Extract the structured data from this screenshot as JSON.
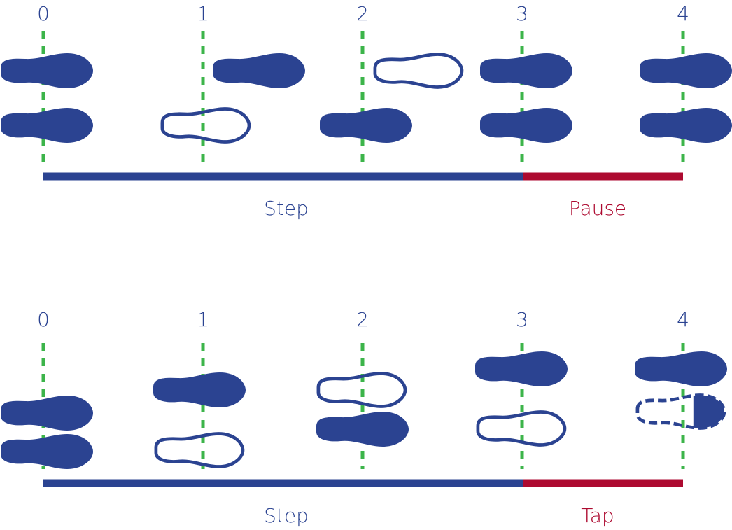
{
  "colors": {
    "foot": "#2b4391",
    "beat_line": "#3cb44a",
    "step": "#2b4391",
    "accent": "#ad0a30"
  },
  "rows": [
    {
      "beats": [
        "0",
        "1",
        "2",
        "3",
        "4"
      ],
      "phases": [
        {
          "label": "Step",
          "from_beat": 0,
          "to_beat": 3,
          "color": "step"
        },
        {
          "label": "Pause",
          "from_beat": 3,
          "to_beat": 4,
          "color": "accent"
        }
      ],
      "feet": [
        {
          "name": "row1-beat0-top-foot",
          "style": "solid"
        },
        {
          "name": "row1-beat0-bottom-foot",
          "style": "solid"
        },
        {
          "name": "row1-beat1-top-foot",
          "style": "solid"
        },
        {
          "name": "row1-beat1-bottom-foot",
          "style": "outline"
        },
        {
          "name": "row1-beat2-top-foot",
          "style": "outline"
        },
        {
          "name": "row1-beat2-bottom-foot",
          "style": "solid"
        },
        {
          "name": "row1-beat3-top-foot",
          "style": "solid"
        },
        {
          "name": "row1-beat3-bottom-foot",
          "style": "solid"
        },
        {
          "name": "row1-beat4-top-foot",
          "style": "solid"
        },
        {
          "name": "row1-beat4-bottom-foot",
          "style": "solid"
        }
      ]
    },
    {
      "beats": [
        "0",
        "1",
        "2",
        "3",
        "4"
      ],
      "phases": [
        {
          "label": "Step",
          "from_beat": 0,
          "to_beat": 3,
          "color": "step"
        },
        {
          "label": "Tap",
          "from_beat": 3,
          "to_beat": 4,
          "color": "accent"
        }
      ],
      "feet": [
        {
          "name": "row2-beat0-top-foot",
          "style": "solid"
        },
        {
          "name": "row2-beat0-bottom-foot",
          "style": "solid"
        },
        {
          "name": "row2-beat1-top-foot",
          "style": "solid"
        },
        {
          "name": "row2-beat1-bottom-foot",
          "style": "outline"
        },
        {
          "name": "row2-beat2-top-foot",
          "style": "outline"
        },
        {
          "name": "row2-beat2-bottom-foot",
          "style": "solid"
        },
        {
          "name": "row2-beat3-top-foot",
          "style": "solid"
        },
        {
          "name": "row2-beat3-bottom-foot",
          "style": "outline"
        },
        {
          "name": "row2-beat4-top-foot",
          "style": "solid"
        },
        {
          "name": "row2-beat4-bottom-foot",
          "style": "tap"
        }
      ]
    }
  ]
}
